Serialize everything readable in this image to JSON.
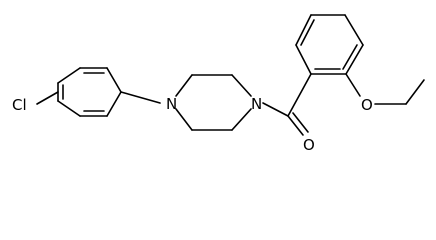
{
  "molecule": {
    "atom_labels": {
      "chlorine": "Cl",
      "nitrogen_left": "N",
      "nitrogen_right": "N",
      "carbonyl_oxygen": "O",
      "ether_oxygen": "O"
    },
    "colors": {
      "bond": "#000000",
      "text": "#000000",
      "background": "#ffffff"
    }
  }
}
